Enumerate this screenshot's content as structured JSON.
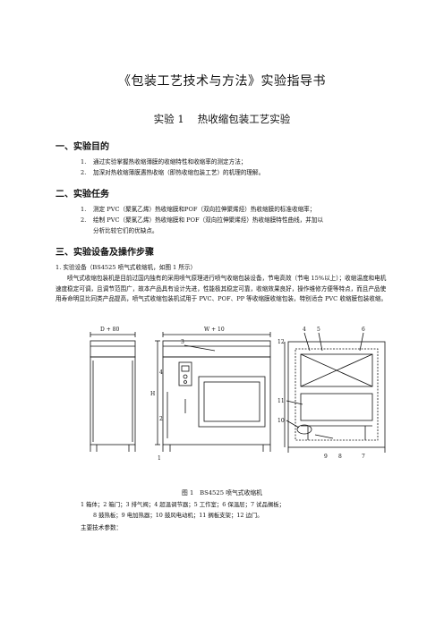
{
  "doc": {
    "title": "《包装工艺技术与方法》实验指导书",
    "subtitle": "实验 1　 热收缩包装工艺实验"
  },
  "sections": {
    "s1": {
      "heading": "一、实验目的",
      "items": [
        {
          "num": "1.",
          "text": "通过实验掌握热收缩薄膜的收缩特性和收缩率的测定方法；"
        },
        {
          "num": "2.",
          "text": "加深对热收缩薄膜遇热收缩（即热收缩包装工艺）的机理的理解。"
        }
      ]
    },
    "s2": {
      "heading": "二、实验任务",
      "items": [
        {
          "num": "1.",
          "text": "测定 PVC（聚氯乙烯）热收缩膜和POF（双向拉伸聚烯烃）热收缩膜的标准收缩率；"
        },
        {
          "num": "2.",
          "text": "绘制 PVC（聚氯乙烯）热收缩膜和 POF（双向拉伸聚烯烃）热收缩膜特性曲线，并加以"
        },
        {
          "num": "",
          "text": "分析比较它们的优缺点。"
        }
      ]
    },
    "s3": {
      "heading": "三、实验设备及操作步骤",
      "line1": "1. 实验设备（BS4525 喷气式收缩机，如图 1 所示）",
      "para": "喷气式收缩包装机是目前过国内独有的采用喷气原理进行喷气收缩包装设备，节电高效（节电 15%以上）；收缩温度和电机速度稳定可调，且调节范围广，故本产品具有设计先进，性能极其稳定可靠，收缩效果良好，操作维修方便等特点，而且产品使用寿命明显比同类产品提高，喷气式收缩包装机试用于 PVC、POF、PP 等收缩膜收缩包装，特别适合 PVC 收缩膜包装收缩。"
    }
  },
  "figure": {
    "caption": "图 1　BS4525 喷气式收缩机",
    "legend1": "1 箱体；2 箱门；3 排气阀；4 超温调节器；5 工作室；6 保温层；7 试品搁板；",
    "legend2": "8 鼓热板；9 电加热器；10 鼓风电动机；11 搁板支架；12 边门。",
    "labels": {
      "dim_left": "D + 80",
      "dim_right": "W + 10",
      "n1": "1",
      "n2": "2",
      "n3": "3",
      "n4": "4",
      "n5": "5",
      "n6": "6",
      "n7": "7",
      "n8": "8",
      "n9": "9",
      "n10": "10",
      "n11": "11",
      "n12": "12",
      "h": "H"
    }
  },
  "tail": "主要技术参数："
}
